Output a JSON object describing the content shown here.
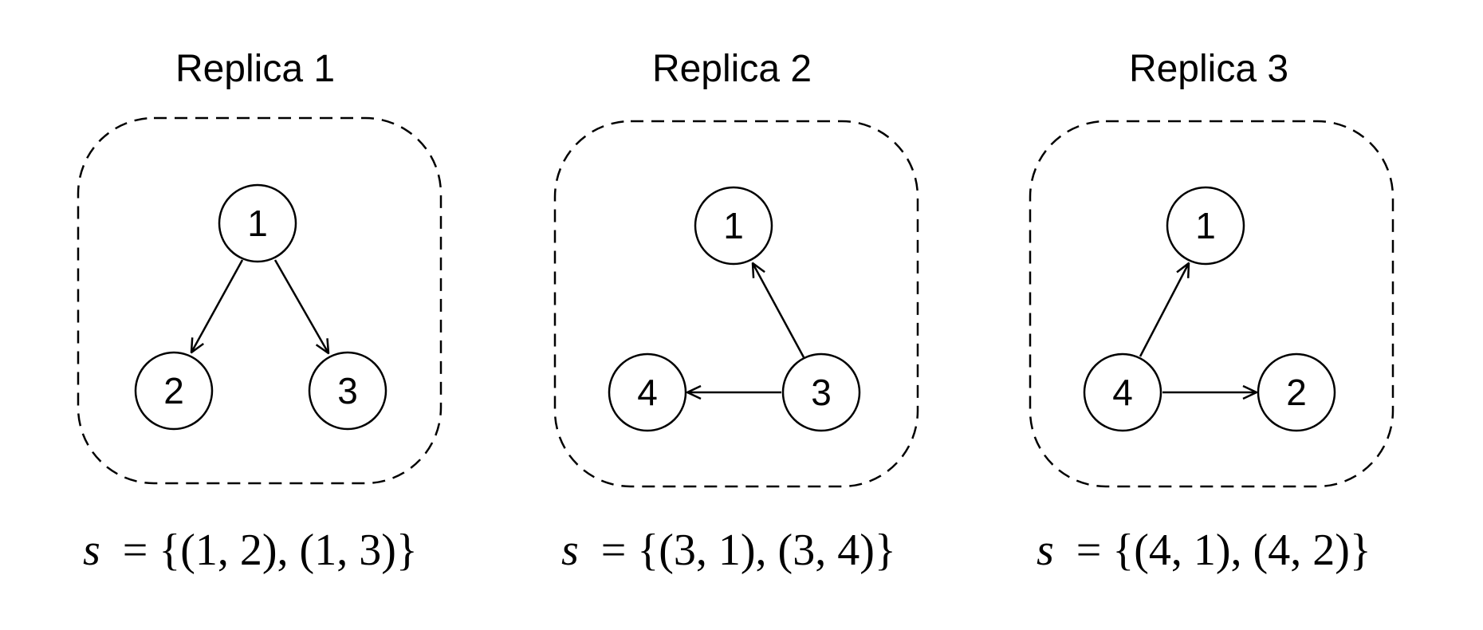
{
  "replicas": [
    {
      "title": "Replica 1",
      "nodes": [
        {
          "id": "1",
          "label": "1"
        },
        {
          "id": "2",
          "label": "2"
        },
        {
          "id": "3",
          "label": "3"
        }
      ],
      "edges": [
        {
          "from": "1",
          "to": "2"
        },
        {
          "from": "1",
          "to": "3"
        }
      ],
      "formula": {
        "lhs": "s",
        "rhs": "= {(1, 2),  (1, 3)}"
      }
    },
    {
      "title": "Replica 2",
      "nodes": [
        {
          "id": "1",
          "label": "1"
        },
        {
          "id": "4",
          "label": "4"
        },
        {
          "id": "3",
          "label": "3"
        }
      ],
      "edges": [
        {
          "from": "3",
          "to": "1"
        },
        {
          "from": "3",
          "to": "4"
        }
      ],
      "formula": {
        "lhs": "s",
        "rhs": "= {(3, 1),  (3, 4)}"
      }
    },
    {
      "title": "Replica 3",
      "nodes": [
        {
          "id": "1",
          "label": "1"
        },
        {
          "id": "4",
          "label": "4"
        },
        {
          "id": "2",
          "label": "2"
        }
      ],
      "edges": [
        {
          "from": "4",
          "to": "1"
        },
        {
          "from": "4",
          "to": "2"
        }
      ],
      "formula": {
        "lhs": "s",
        "rhs": "= {(4, 1),  (4, 2)}"
      }
    }
  ]
}
